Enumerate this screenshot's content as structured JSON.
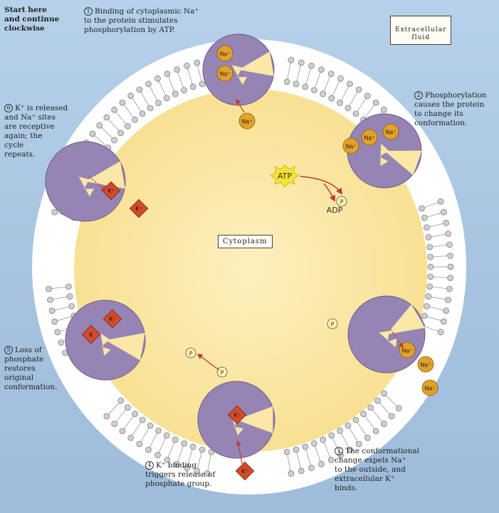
{
  "start_note": "Start here\nand continue\nclockwise",
  "labels": {
    "extracellular": "Extracellular\nfluid",
    "cytoplasm": "Cytoplasm"
  },
  "steps": [
    {
      "num": "1",
      "text": "Binding of cytoplasmic Na⁺\nto the protein stimulates\nphosphorylation by ATP."
    },
    {
      "num": "2",
      "text": "Phosphorylation\ncauses the protein\nto change its\nconformation."
    },
    {
      "num": "3",
      "text": "The conformational\nchange expels Na⁺\nto the outside, and\nextracellular K⁺\nbinds."
    },
    {
      "num": "4",
      "text": "K⁺ binding\ntriggers release of\nphosphate group."
    },
    {
      "num": "5",
      "text": "Loss of\nphosphate\nrestores\noriginal\nconformation."
    },
    {
      "num": "6",
      "text": "K⁺ is released\nand Na⁺ sites\nare receptive\nagain; the\ncycle\nrepeats."
    }
  ],
  "molecules": {
    "na": "Na⁺",
    "k": "K⁺",
    "k_short": "K",
    "atp": "ATP",
    "adp": "ADP",
    "phosphate": "P"
  },
  "colors": {
    "cytoplasm": "#fbe7a6",
    "protein": "#9685b4",
    "sodium": "#e3a12c",
    "potassium": "#d14b2b",
    "membrane": "#ffffff",
    "fluid": "#a9c6e0",
    "arrow": "#c0392b"
  }
}
